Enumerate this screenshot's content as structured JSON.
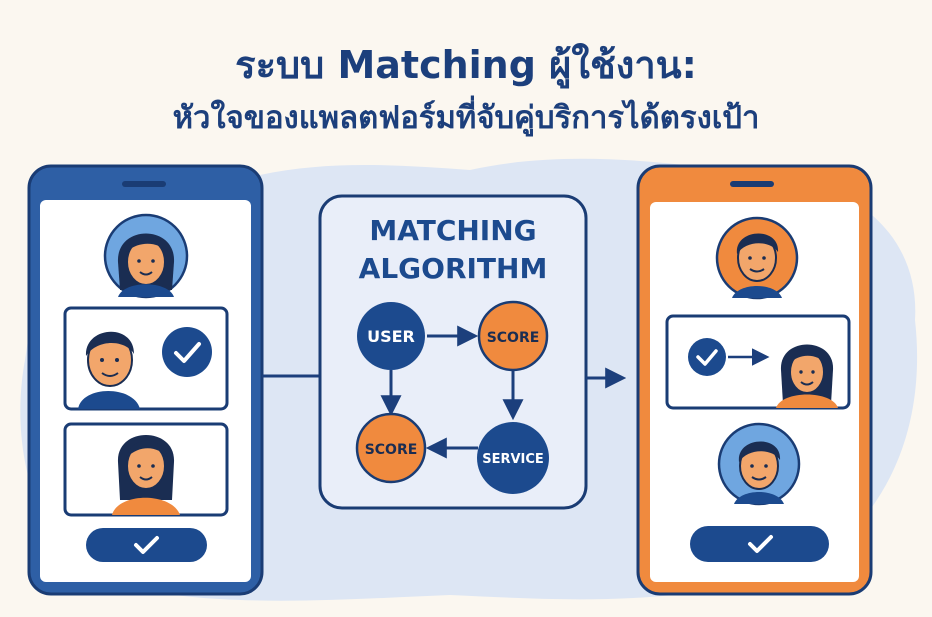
{
  "title_line1": "ระบบ Matching ผู้ใช้งาน:",
  "title_line2": "หัวใจของแพลตฟอร์มที่จับคู่บริการได้ตรงเป้า",
  "algorithm": {
    "heading_line1": "MATCHING",
    "heading_line2": "ALGORITHM",
    "nodes": {
      "user": "USER",
      "score_top": "SCORE",
      "score_bottom": "SCORE",
      "service": "SERVICE"
    }
  },
  "colors": {
    "navy": "#1c4a8e",
    "orange": "#f08a3e",
    "skin": "#f2a66b",
    "light_blue": "#6fa6e0",
    "panel_bg": "#e9eef9"
  }
}
